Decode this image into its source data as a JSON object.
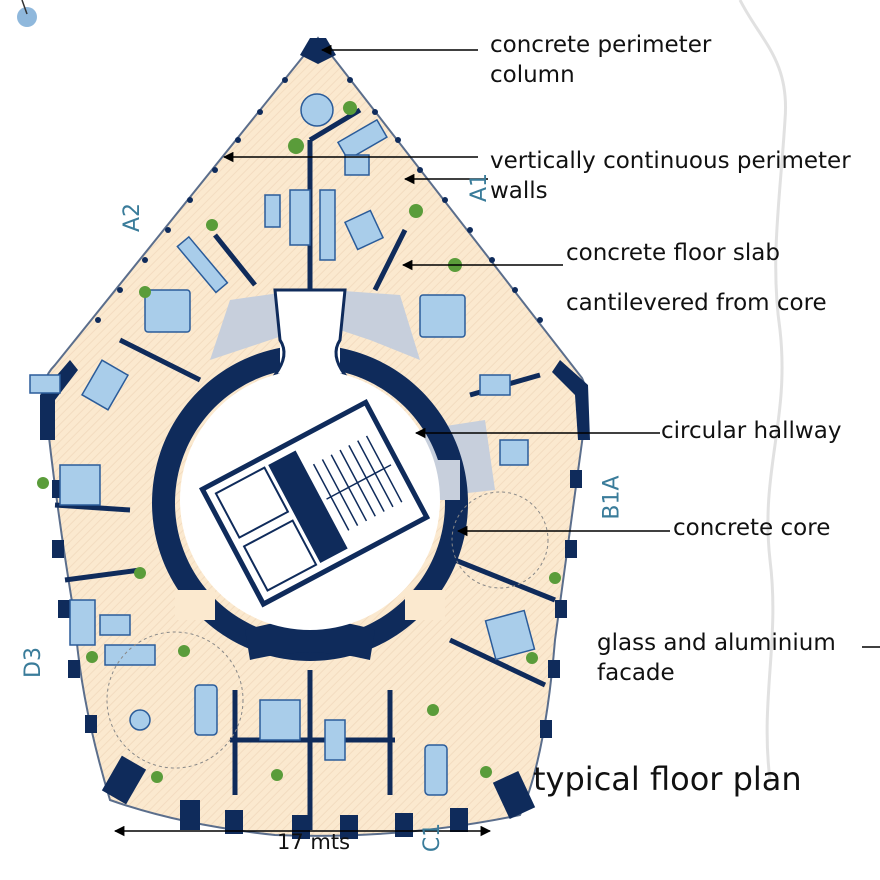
{
  "title": "typical floor plan",
  "dimension": {
    "label": "17 mts"
  },
  "callouts": [
    {
      "id": "perimeter-column",
      "lines": [
        "concrete perimeter",
        "column"
      ]
    },
    {
      "id": "perimeter-walls",
      "lines": [
        "vertically continuous perimeter",
        "walls"
      ]
    },
    {
      "id": "floor-slab",
      "lines": [
        "concrete floor slab",
        "cantilevered from core"
      ]
    },
    {
      "id": "circular-hallway",
      "lines": [
        "circular hallway"
      ]
    },
    {
      "id": "concrete-core",
      "lines": [
        "concrete core"
      ]
    },
    {
      "id": "facade",
      "lines": [
        "glass and aluminium",
        "facade"
      ]
    }
  ],
  "unit_labels": [
    "A2",
    "A1",
    "B1A",
    "D3",
    "C1"
  ],
  "colors": {
    "structure": "#0f2b5b",
    "floor": "#fbe9cf",
    "furniture": "#a9cdea",
    "furniture_stroke": "#2b5c9a",
    "hall": "#c7cfdc",
    "plant": "#5a9c3a",
    "label": "#3a7c9a"
  }
}
